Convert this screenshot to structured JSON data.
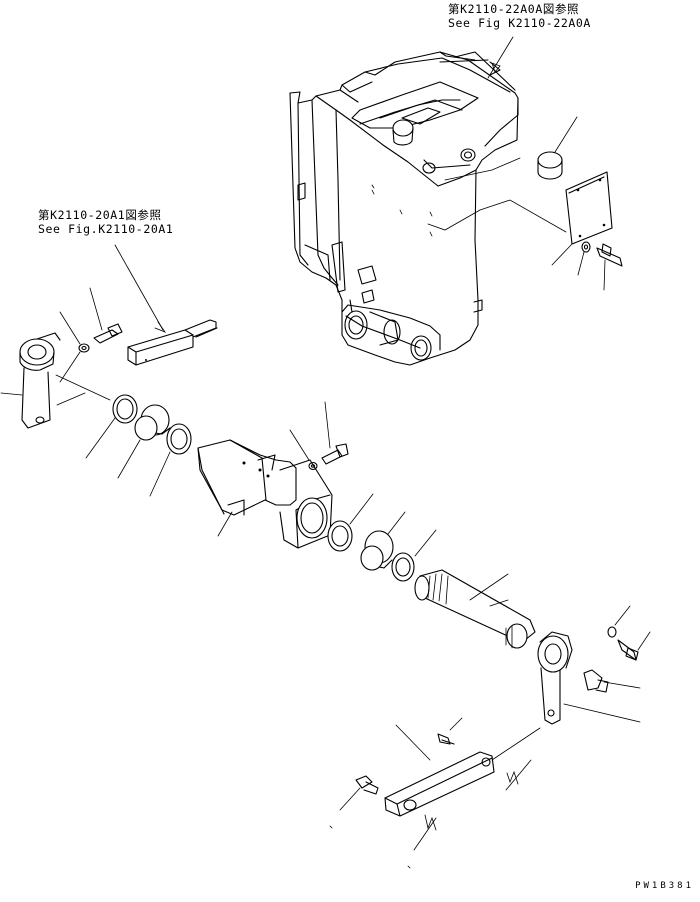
{
  "references": {
    "top_right": {
      "ja": "第K2110-22A0A図参照",
      "en": "See Fig K2110-22A0A"
    },
    "top_left": {
      "ja": "第K2110-20A1図参照",
      "en": "See Fig.K2110-20A1"
    }
  },
  "doc_code": "PW1B381"
}
